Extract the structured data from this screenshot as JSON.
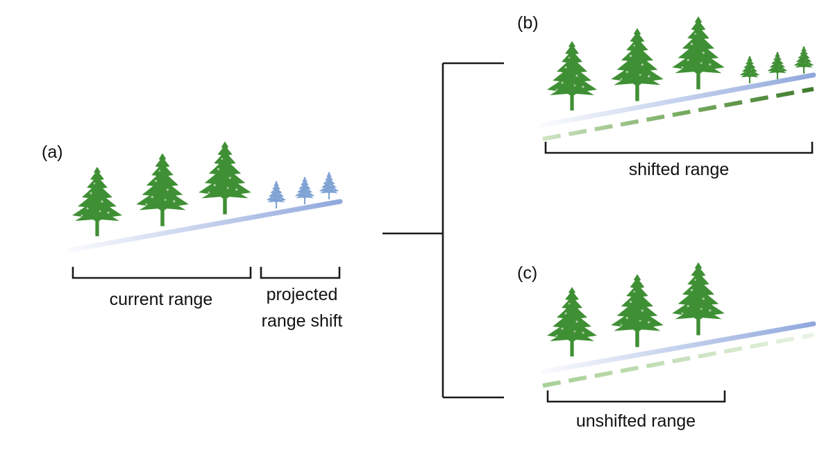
{
  "panels": {
    "a": {
      "label": "(a)",
      "current_range_label": "current range",
      "shift_label_line1": "projected",
      "shift_label_line2": "range shift"
    },
    "b": {
      "label": "(b)",
      "range_label": "shifted range"
    },
    "c": {
      "label": "(c)",
      "range_label": "unshifted range"
    }
  },
  "colors": {
    "tree_mature": "#3f8f34",
    "tree_seedling": "#7fa3d4",
    "slope_line": "#90a8dc",
    "dashed_line": "#4f8a3a",
    "dashed_line_light": "#b7d6a8",
    "bracket": "#1a1a1a"
  },
  "icons": {
    "mature_tree": "pine-tree-icon",
    "seedling_tree": "pine-seedling-icon"
  }
}
